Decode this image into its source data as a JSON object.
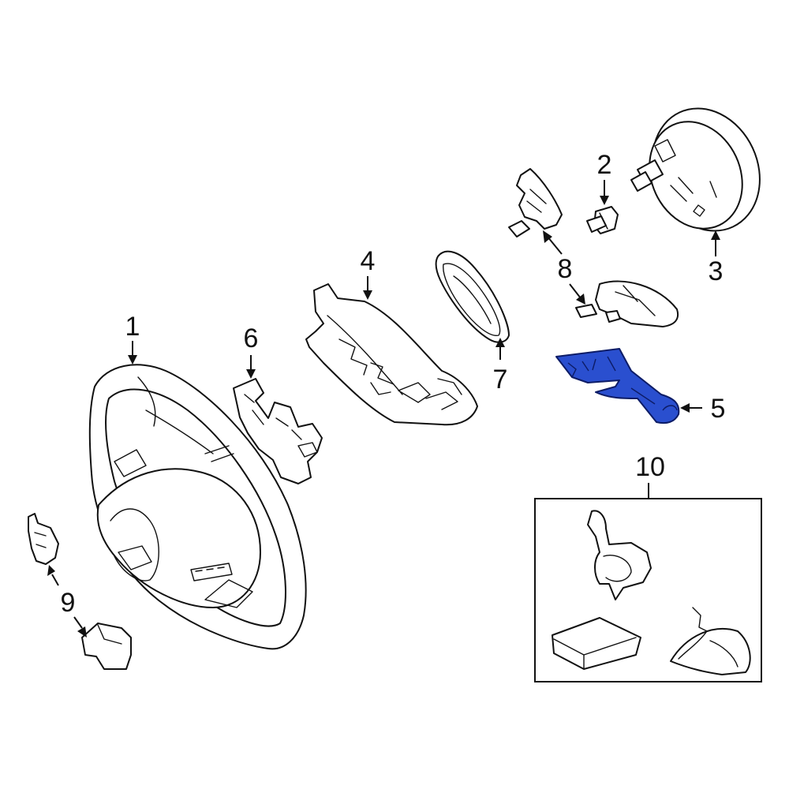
{
  "diagram": {
    "highlight_color": "#2a4fcf",
    "callouts": [
      {
        "id": "1",
        "label": "1",
        "part": "steering-wheel"
      },
      {
        "id": "2",
        "label": "2",
        "part": "screw"
      },
      {
        "id": "3",
        "label": "3",
        "part": "air-bag-module"
      },
      {
        "id": "4",
        "label": "4",
        "part": "lower-cover"
      },
      {
        "id": "5",
        "label": "5",
        "part": "paddle-shifter"
      },
      {
        "id": "6",
        "label": "6",
        "part": "switch-bracket"
      },
      {
        "id": "7",
        "label": "7",
        "part": "trim-ring"
      },
      {
        "id": "8",
        "label": "8",
        "part": "control-switch"
      },
      {
        "id": "9",
        "label": "9",
        "part": "side-cover"
      },
      {
        "id": "10",
        "label": "10",
        "part": "kit-box"
      }
    ]
  }
}
